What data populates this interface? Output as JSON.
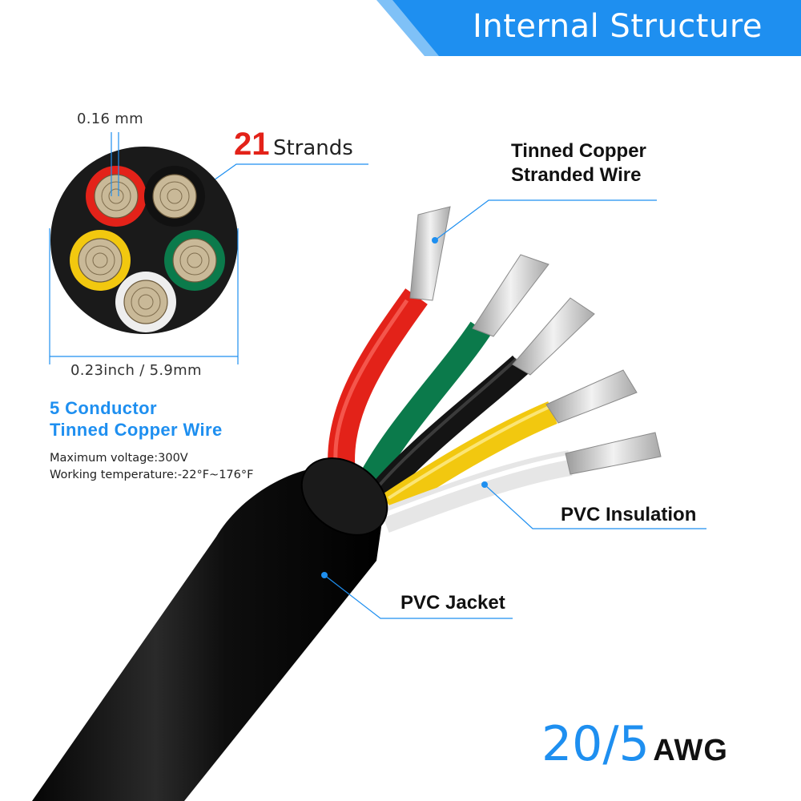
{
  "banner": {
    "title": "Internal Structure"
  },
  "cross_section": {
    "strand_diameter": "0.16 mm",
    "strand_count": "21",
    "strand_label": "Strands",
    "cable_diameter": "0.23inch / 5.9mm"
  },
  "product": {
    "title_line1": "5 Conductor",
    "title_line2": "Tinned Copper Wire",
    "voltage": "Maximum voltage:300V",
    "temperature": "Working temperature:-22°F~176°F"
  },
  "callouts": {
    "wire_line1": "Tinned Copper",
    "wire_line2": "Stranded Wire",
    "insulation": "PVC Insulation",
    "jacket": "PVC Jacket"
  },
  "gauge": {
    "number": "20/5",
    "unit": "AWG"
  },
  "colors": {
    "accent": "#1e8ff0",
    "red": "#e32219",
    "green": "#0b7a4b",
    "black": "#111111",
    "yellow": "#f2c80f",
    "white": "#f2f2f2"
  }
}
